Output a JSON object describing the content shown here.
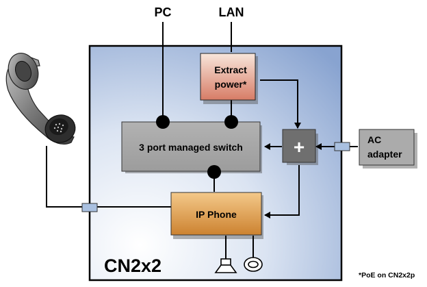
{
  "labels": {
    "pc": "PC",
    "lan": "LAN",
    "extract_power_line1": "Extract",
    "extract_power_line2": "power*",
    "switch": "3 port managed switch",
    "plus": "+",
    "ac_line1": "AC",
    "ac_line2": "adapter",
    "ip_phone": "IP Phone",
    "device": "CN2x2",
    "footnote": "*PoE on CN2x2p"
  },
  "icons": {
    "handset": "telephone-handset-icon",
    "speaker": "speaker-icon",
    "microphone": "microphone-icon"
  },
  "colors": {
    "device_bg_light": "#eef3fa",
    "device_bg_dark": "#8aa6d2",
    "extract_power_top": "#f6dccd",
    "extract_power_bottom": "#d9806b",
    "switch_gray": "#a9a9a9",
    "plus_gray": "#6f6f6f",
    "ip_phone_top": "#f2c27a",
    "ip_phone_bottom": "#cf8530",
    "connector": "#a9c0e0"
  }
}
